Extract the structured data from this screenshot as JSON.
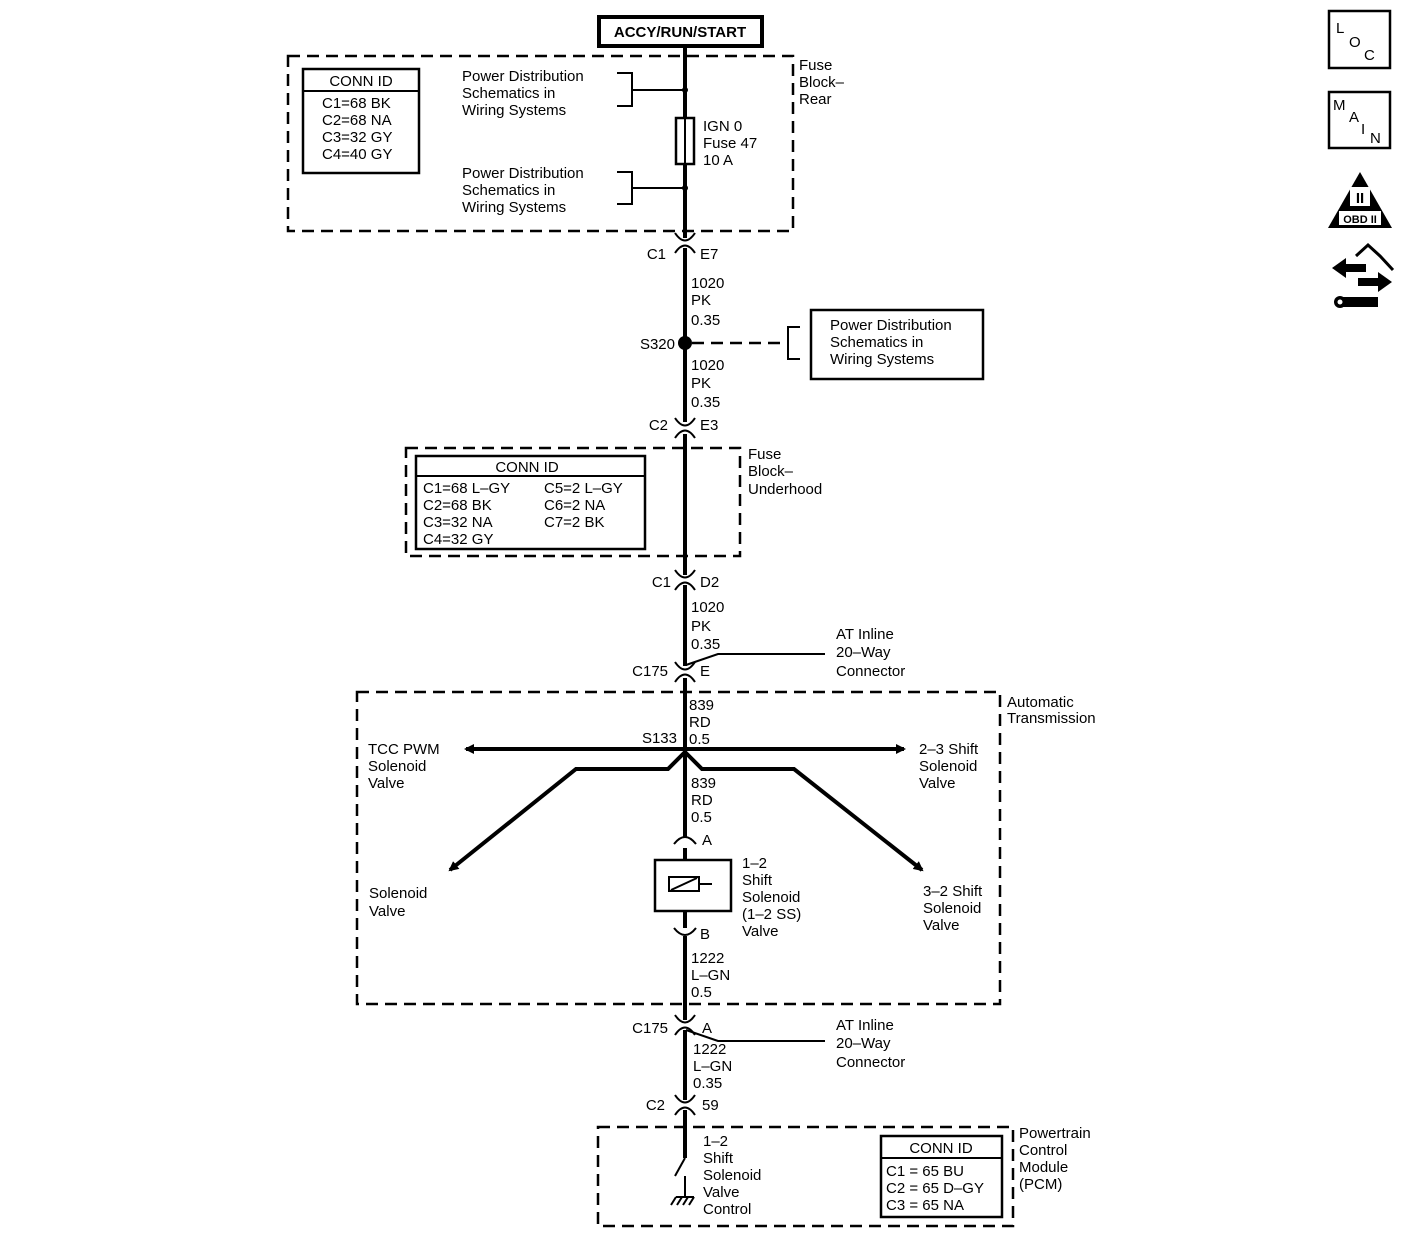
{
  "header": {
    "power_source": "ACCY/RUN/START"
  },
  "nav_icons": {
    "loc": {
      "l1": "L",
      "l2": "O",
      "l3": "C"
    },
    "main": {
      "l1": "M",
      "l2": "A",
      "l3": "I",
      "l4": "N"
    },
    "obd": {
      "numeral": "II",
      "label": "OBD II"
    }
  },
  "fuse_block_rear": {
    "title": [
      "Fuse",
      "Block–",
      "Rear"
    ],
    "conn_id": {
      "heading": "CONN ID",
      "rows": [
        "C1=68 BK",
        "C2=68 NA",
        "C3=32 GY",
        "C4=40 GY"
      ]
    },
    "ref_top": [
      "Power Distribution",
      "Schematics in",
      "Wiring Systems"
    ],
    "ref_bottom": [
      "Power Distribution",
      "Schematics in",
      "Wiring Systems"
    ],
    "fuse": [
      "IGN 0",
      "Fuse 47",
      "10 A"
    ]
  },
  "conn_c1_e7": {
    "left": "C1",
    "right": "E7"
  },
  "wire_1020_a": [
    "1020",
    "PK",
    "0.35"
  ],
  "splice_s320": {
    "label": "S320",
    "ref": [
      "Power Distribution",
      "Schematics in",
      "Wiring Systems"
    ]
  },
  "wire_1020_b": [
    "1020",
    "PK",
    "0.35"
  ],
  "conn_c2_e3": {
    "left": "C2",
    "right": "E3"
  },
  "fuse_block_underhood": {
    "title": [
      "Fuse",
      "Block–",
      "Underhood"
    ],
    "conn_id": {
      "heading": "CONN ID",
      "left": [
        "C1=68 L–GY",
        "C2=68 BK",
        "C3=32 NA",
        "C4=32 GY"
      ],
      "right": [
        "C5=2 L–GY",
        "C6=2 NA",
        "C7=2 BK"
      ]
    }
  },
  "conn_c1_d2": {
    "left": "C1",
    "right": "D2"
  },
  "wire_1020_c": [
    "1020",
    "PK",
    "0.35"
  ],
  "c175_top": {
    "left": "C175",
    "right": "E",
    "desc": [
      "AT Inline",
      "20–Way",
      "Connector"
    ]
  },
  "transmission": {
    "title": [
      "Automatic",
      "Transmission"
    ],
    "wire_839_a": [
      "839",
      "RD",
      "0.5"
    ],
    "splice": "S133",
    "tcc": [
      "TCC PWM",
      "Solenoid",
      "Valve"
    ],
    "shift_23": [
      "2–3 Shift",
      "Solenoid",
      "Valve"
    ],
    "sol_left": [
      "Solenoid",
      "Valve"
    ],
    "shift_32": [
      "3–2 Shift",
      "Solenoid",
      "Valve"
    ],
    "wire_839_b": [
      "839",
      "RD",
      "0.5"
    ],
    "term_a": "A",
    "solenoid_12": [
      "1–2",
      "Shift",
      "Solenoid",
      "(1–2 SS)",
      "Valve"
    ],
    "term_b": "B",
    "wire_1222_a": [
      "1222",
      "L–GN",
      "0.5"
    ]
  },
  "c175_bottom": {
    "left": "C175",
    "right": "A",
    "desc": [
      "AT Inline",
      "20–Way",
      "Connector"
    ]
  },
  "wire_1222_b": [
    "1222",
    "L–GN",
    "0.35"
  ],
  "conn_c2_59": {
    "left": "C2",
    "right": "59"
  },
  "pcm": {
    "title": [
      "Powertrain",
      "Control",
      "Module",
      "(PCM)"
    ],
    "switch": [
      "1–2",
      "Shift",
      "Solenoid",
      "Valve",
      "Control"
    ],
    "conn_id": {
      "heading": "CONN ID",
      "rows": [
        "C1 = 65 BU",
        "C2 = 65 D–GY",
        "C3 = 65 NA"
      ]
    }
  }
}
